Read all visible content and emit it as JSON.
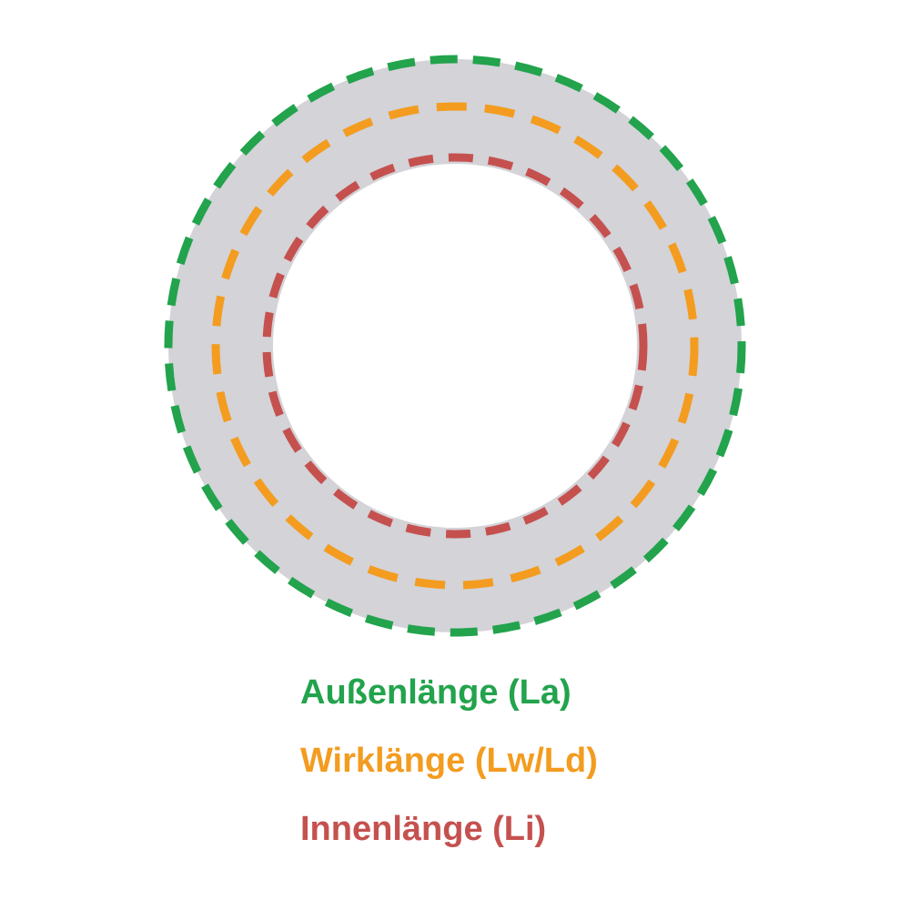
{
  "diagram": {
    "description": "V-belt length reference diagram with three dashed concentric circles over a gray belt ring",
    "background_color": "#ffffff",
    "ring_color": "#d3d3d8",
    "outer": {
      "label": "Außenlänge (La)",
      "color": "#22a34c"
    },
    "effective": {
      "label": "Wirklänge (Lw/Ld)",
      "color": "#f39c1f"
    },
    "inner": {
      "label": "Innenlänge (Li)",
      "color": "#c5514f"
    }
  }
}
